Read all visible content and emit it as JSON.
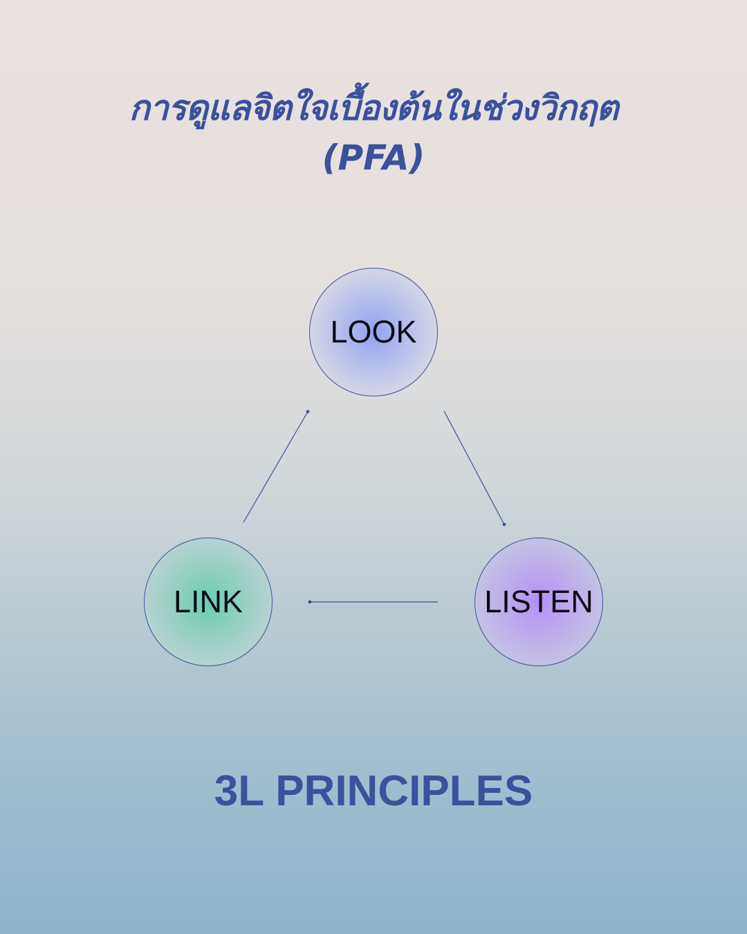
{
  "title": {
    "line1": "การดูแลจิตใจเบื้องต้นในช่วงวิกฤต",
    "line2": "(PFA)"
  },
  "nodes": {
    "look": "LOOK",
    "listen": "LISTEN",
    "link": "LINK"
  },
  "edges": [
    {
      "from": "LINK",
      "to": "LOOK"
    },
    {
      "from": "LOOK",
      "to": "LISTEN"
    },
    {
      "from": "LISTEN",
      "to": "LINK"
    }
  ],
  "footer": "3L PRINCIPLES",
  "colors": {
    "accent": "#3c519c",
    "look": "#8fa3f3",
    "listen": "#b38ff6",
    "link": "#68cdb1"
  }
}
